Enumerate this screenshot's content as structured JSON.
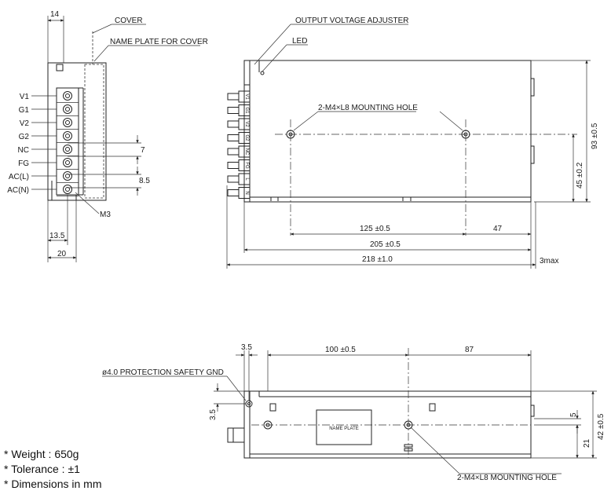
{
  "labels": {
    "cover": "COVER",
    "name_plate_for_cover": "NAME PLATE FOR COVER",
    "output_voltage_adjuster": "OUTPUT VOLTAGE ADJUSTER",
    "led": "LED",
    "mounting_hole_top": "2-M4×L8 MOUNTING HOLE",
    "mounting_hole_bottom": "2-M4×L8 MOUNTING HOLE",
    "protection_gnd": "ø4.0 PROTECTION SAFETY GND",
    "name_plate": "NAME PLATE",
    "m3": "M3"
  },
  "terminals": [
    "V1",
    "G1",
    "V2",
    "G2",
    "NC",
    "FG",
    "AC(L)",
    "AC(N)"
  ],
  "terminal_marks": [
    "V1",
    "G1",
    "V2",
    "G2",
    "NC",
    "FG",
    "L",
    "N"
  ],
  "dimensions": {
    "side_top_14": "14",
    "side_pitch_7": "7",
    "side_pitch_8_5": "8.5",
    "side_13_5": "13.5",
    "side_20": "20",
    "top_125": "125 ±0.5",
    "top_47": "47",
    "top_205": "205 ±0.5",
    "top_218": "218 ±1.0",
    "top_3max": "3max",
    "top_93": "93 ±0.5",
    "top_45": "45 ±0.2",
    "bottom_3_5_h": "3.5",
    "bottom_100": "100 ±0.5",
    "bottom_87": "87",
    "bottom_3_5_v": "3.5",
    "bottom_5": "5",
    "bottom_21": "21",
    "bottom_42": "42 ±0.5"
  },
  "notes": [
    "* Weight : 650g",
    "* Tolerance : ±1",
    "* Dimensions in mm"
  ]
}
